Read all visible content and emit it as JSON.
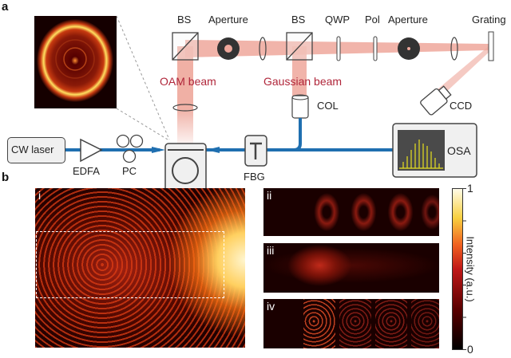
{
  "panel_a": {
    "label": "a",
    "components": {
      "bs1": "BS",
      "aperture1": "Aperture",
      "bs2": "BS",
      "qwp": "QWP",
      "pol": "Pol",
      "aperture2": "Aperture",
      "grating": "Grating",
      "oam_beam": "OAM beam",
      "gaussian_beam": "Gaussian beam",
      "col": "COL",
      "ccd": "CCD",
      "cw_laser": "CW laser",
      "edfa": "EDFA",
      "pc": "PC",
      "fbg": "FBG",
      "osa": "OSA"
    },
    "colors": {
      "fiber": "#1f6fb0",
      "beam": "#eea79b",
      "beam_label": "#b0263a",
      "spectrum": "#e8e020"
    }
  },
  "panel_b": {
    "label": "b",
    "subpanels": [
      "i",
      "ii",
      "iii",
      "iv"
    ],
    "colorbar": {
      "label": "Intensity (a.u.)",
      "max": "1",
      "min": "0"
    }
  }
}
